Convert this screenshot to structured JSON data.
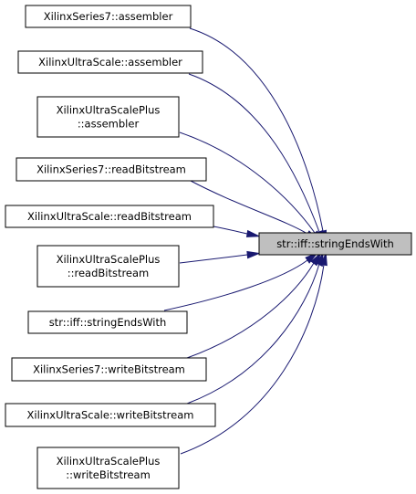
{
  "target": {
    "label": "str::iff::stringEndsWith"
  },
  "callers": [
    {
      "lines": [
        "XilinxSeries7::assembler"
      ]
    },
    {
      "lines": [
        "XilinxUltraScale::assembler"
      ]
    },
    {
      "lines": [
        "XilinxUltraScalePlus",
        "::assembler"
      ]
    },
    {
      "lines": [
        "XilinxSeries7::readBitstream"
      ]
    },
    {
      "lines": [
        "XilinxUltraScale::readBitstream"
      ]
    },
    {
      "lines": [
        "XilinxUltraScalePlus",
        "::readBitstream"
      ]
    },
    {
      "lines": [
        "str::iff::stringEndsWith"
      ]
    },
    {
      "lines": [
        "XilinxSeries7::writeBitstream"
      ]
    },
    {
      "lines": [
        "XilinxUltraScale::writeBitstream"
      ]
    },
    {
      "lines": [
        "XilinxUltraScalePlus",
        "::writeBitstream"
      ]
    }
  ],
  "colors": {
    "edge": "#191970",
    "target_fill": "#bfbfbf",
    "node_border": "#000000"
  }
}
